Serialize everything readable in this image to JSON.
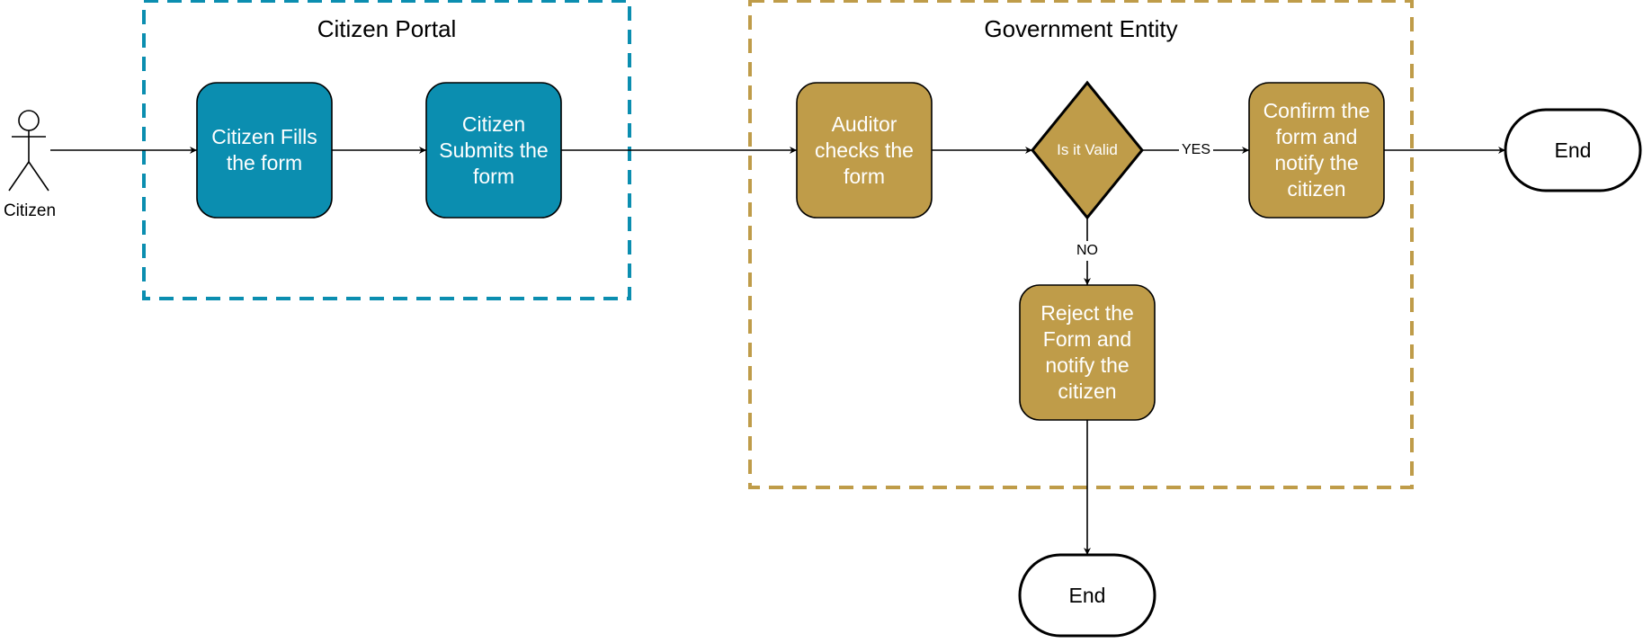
{
  "colors": {
    "portal": "#0b8eb0",
    "government": "#bf9c49",
    "stroke": "#000000",
    "end_fill": "#ffffff"
  },
  "actor": {
    "label": "Citizen"
  },
  "regions": {
    "portal": {
      "title": "Citizen Portal"
    },
    "government": {
      "title": "Government Entity"
    }
  },
  "nodes": {
    "fill_form": {
      "label": "Citizen Fills the form"
    },
    "submit_form": {
      "label": "Citizen Submits the form"
    },
    "auditor_check": {
      "label": "Auditor checks the form"
    },
    "valid_decision": {
      "label": "Is it Valid"
    },
    "confirm_notify": {
      "label": "Confirm the form and notify the citizen"
    },
    "reject_notify": {
      "label": "Reject the Form and notify the citizen"
    },
    "end_right": {
      "label": "End"
    },
    "end_bottom": {
      "label": "End"
    }
  },
  "edges": {
    "yes": {
      "label": "YES"
    },
    "no": {
      "label": "NO"
    }
  }
}
